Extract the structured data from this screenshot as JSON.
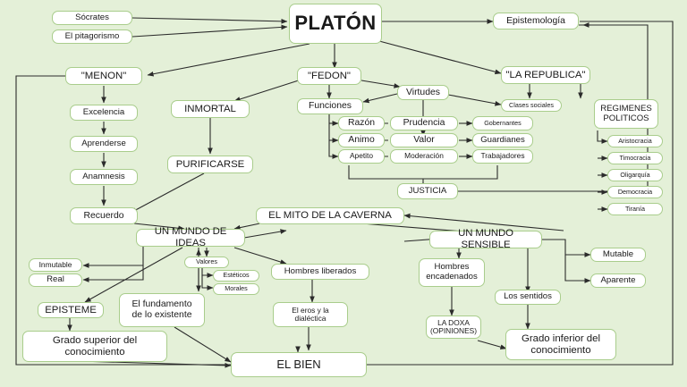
{
  "title": "Mapa conceptual de Platón",
  "background_color": "#e4f0d8",
  "node_fill": "#ffffff",
  "node_border": "#a9cd8c",
  "line_color": "#2b2b2b",
  "nodes": {
    "platon": "PLATÓN",
    "socrates": "Sócrates",
    "pitagorismo": "El pitagorismo",
    "epistemologia": "Epistemología",
    "menon": "\"MENON\"",
    "fedon": "\"FEDON\"",
    "republica": "\"LA REPUBLICA\"",
    "excelencia": "Excelencia",
    "aprenderse": "Aprenderse",
    "anamnesis": "Anamnesis",
    "recuerdo": "Recuerdo",
    "inmortal": "INMORTAL",
    "purificarse": "PURIFICARSE",
    "funciones": "Funciones",
    "virtudes": "Virtudes",
    "clases_sociales": "Clases sociales",
    "razon": "Razón",
    "animo": "Animo",
    "apetito": "Apetito",
    "prudencia": "Prudencia",
    "valor": "Valor",
    "moderacion": "Moderación",
    "gobernantes": "Gobernantes",
    "guardianes": "Guardianes",
    "trabajadores": "Trabajadores",
    "justicia": "JUSTICIA",
    "regimenes": "REGIMENES\nPOLITICOS",
    "aristocracia": "Aristocracia",
    "timocracia": "Timocracia",
    "oligarquia": "Oligarquía",
    "democracia": "Democracia",
    "tirania": "Tiranía",
    "mito_caverna": "EL MITO DE LA CAVERNA",
    "mundo_ideas": "UN MUNDO DE IDEAS",
    "mundo_sensible": "UN MUNDO SENSIBLE",
    "inmutable": "Inmutable",
    "real": "Real",
    "mutable": "Mutable",
    "aparente": "Aparente",
    "valores": "Valores",
    "esteticos": "Estéticos",
    "morales": "Morales",
    "hombres_liberados": "Hombres liberados",
    "hombres_encadenados": "Hombres\nencadenados",
    "los_sentidos": "Los sentidos",
    "episteme": "EPISTEME",
    "fundamento": "El fundamento\nde lo existente",
    "eros_dialectica": "El eros y la\ndialéctica",
    "la_doxa": "LA DOXA\n(OPINIONES)",
    "grado_superior": "Grado superior del\nconocimiento",
    "grado_inferior": "Grado inferior del\nconocimiento",
    "el_bien": "EL BIEN"
  }
}
